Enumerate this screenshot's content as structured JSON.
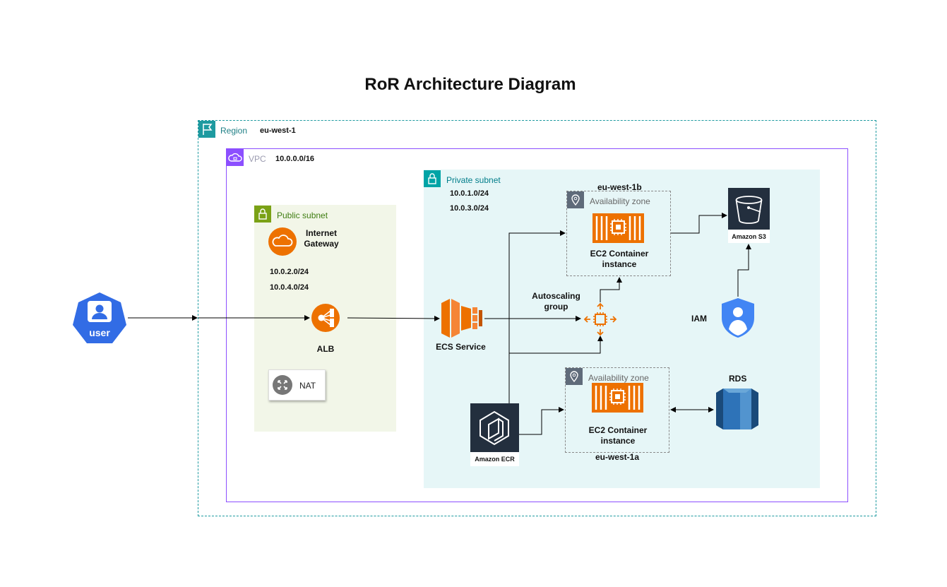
{
  "diagram": {
    "title": "RoR Architecture Diagram",
    "region": {
      "label": "Region",
      "value": "eu-west-1"
    },
    "vpc": {
      "label": "VPC",
      "cidr": "10.0.0.0/16"
    },
    "public_subnet": {
      "label": "Public subnet",
      "igw_label": "Internet\nGateway",
      "cidr_1": "10.0.2.0/24",
      "cidr_2": "10.0.4.0/24",
      "alb_label": "ALB",
      "nat_label": "NAT"
    },
    "private_subnet": {
      "label": "Private subnet",
      "cidr_1": "10.0.1.0/24",
      "cidr_2": "10.0.3.0/24",
      "ecs_label": "ECS Service",
      "autoscaling_label": "Autoscaling\ngroup",
      "ecr_label": "Amazon ECR"
    },
    "az_top": {
      "zone_label": "eu-west-1b",
      "label": "Availability zone",
      "instance_label": "EC2 Container\ninstance"
    },
    "az_bottom": {
      "zone_label": "eu-west-1a",
      "label": "Availability zone",
      "instance_label": "EC2 Container\ninstance"
    },
    "external": {
      "user_label": "user",
      "s3_label": "Amazon S3",
      "iam_label": "IAM",
      "rds_label": "RDS"
    }
  },
  "colors": {
    "region_border": "#1e9aa0",
    "vpc_border": "#8c4fff",
    "public_fill": "#f2f6e8",
    "public_accent": "#7aa116",
    "private_fill": "#e6f6f7",
    "private_accent": "#00a4a6",
    "orange": "#ed7100",
    "dark": "#232f3e",
    "user_blue": "#326ce5",
    "iam_blue": "#4285f4",
    "rds_blue": "#2e73b8"
  }
}
